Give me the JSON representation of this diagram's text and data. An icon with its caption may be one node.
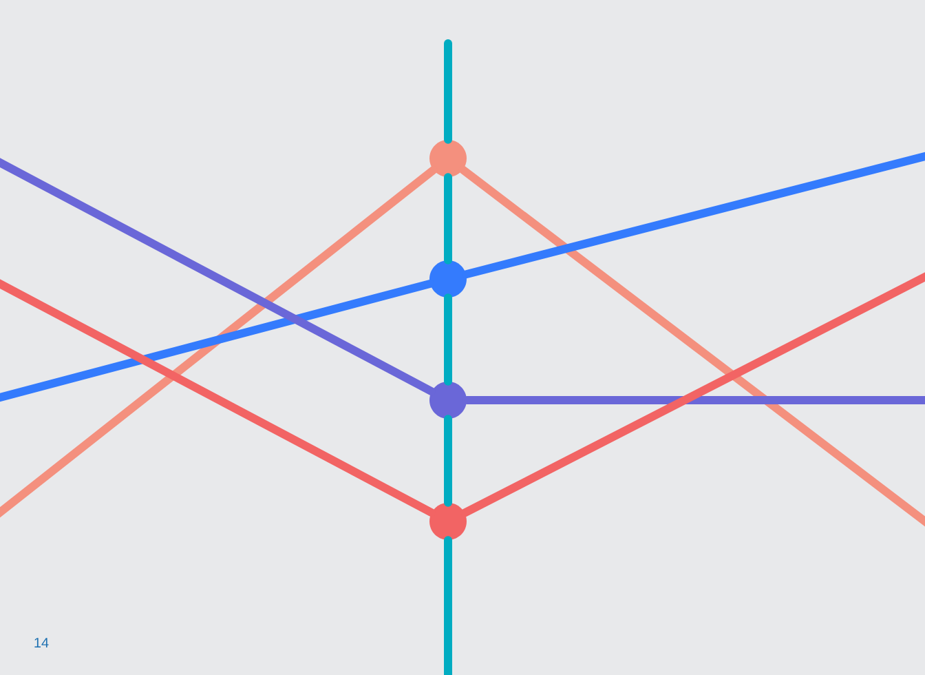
{
  "diagram": {
    "nodes": [
      {
        "text": [],
        "shape": "circle"
      },
      {
        "text": [],
        "shape": "circle"
      },
      {
        "text": [],
        "shape": "circle"
      },
      {
        "text": [],
        "shape": "circle"
      }
    ],
    "edges": [
      {
        "from": null,
        "to": 0,
        "arrow": "none",
        "color": "#f4907e"
      },
      {
        "from": 0,
        "to": null,
        "arrow": "none",
        "color": "#f4907e"
      },
      {
        "from": null,
        "to": 1,
        "arrow": "none",
        "color": "#347bfd"
      },
      {
        "from": 1,
        "to": null,
        "arrow": "none",
        "color": "#347bfd"
      },
      {
        "from": null,
        "to": 2,
        "arrow": "none",
        "color": "#6a67d8"
      },
      {
        "from": 2,
        "to": null,
        "arrow": "none",
        "color": "#6a67d8"
      },
      {
        "from": null,
        "to": 3,
        "arrow": "none",
        "color": "#f26464"
      },
      {
        "from": 3,
        "to": null,
        "arrow": "none",
        "color": "#f26464"
      },
      {
        "from": null,
        "to": 0,
        "arrow": "none",
        "color": "#00acc1"
      },
      {
        "from": 0,
        "to": 1,
        "arrow": "none",
        "color": "#00acc1"
      },
      {
        "from": 1,
        "to": 2,
        "arrow": "none",
        "color": "#00acc1"
      },
      {
        "from": 2,
        "to": 3,
        "arrow": "none",
        "color": "#00acc1"
      },
      {
        "from": 3,
        "to": null,
        "arrow": "none",
        "color": "#00acc1"
      }
    ],
    "labels": [
      "14"
    ]
  }
}
